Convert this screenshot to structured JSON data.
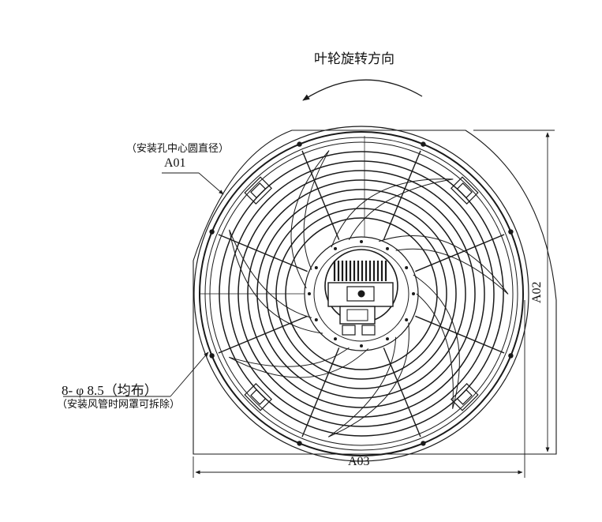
{
  "labels": {
    "rotation_direction": "叶轮旋转方向",
    "mount_hole_note": "（安装孔中心圆直径）",
    "dim_a01": "A01",
    "hole_spec": "8- φ 8.5（均布）",
    "hole_spec_note": "（安装风管时网罩可拆除）",
    "dim_a02": "A02",
    "dim_a03": "A03"
  },
  "drawing": {
    "line_color": "#1a1a1a",
    "mounting_holes": 8,
    "impeller_blades": 7
  }
}
